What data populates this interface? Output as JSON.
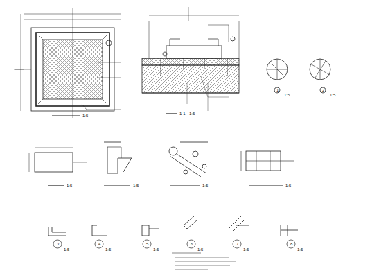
{
  "diagram": {
    "labels": [
      "1:5",
      "1-1",
      "1:5",
      "1",
      "1:5",
      "2",
      "1:5",
      "1:5",
      "1:5",
      "1:5",
      "1:5",
      "3",
      "1:5",
      "4",
      "1:5",
      "5",
      "1:5",
      "6",
      "1:5",
      "7",
      "1:5",
      "8",
      "1:5"
    ]
  }
}
